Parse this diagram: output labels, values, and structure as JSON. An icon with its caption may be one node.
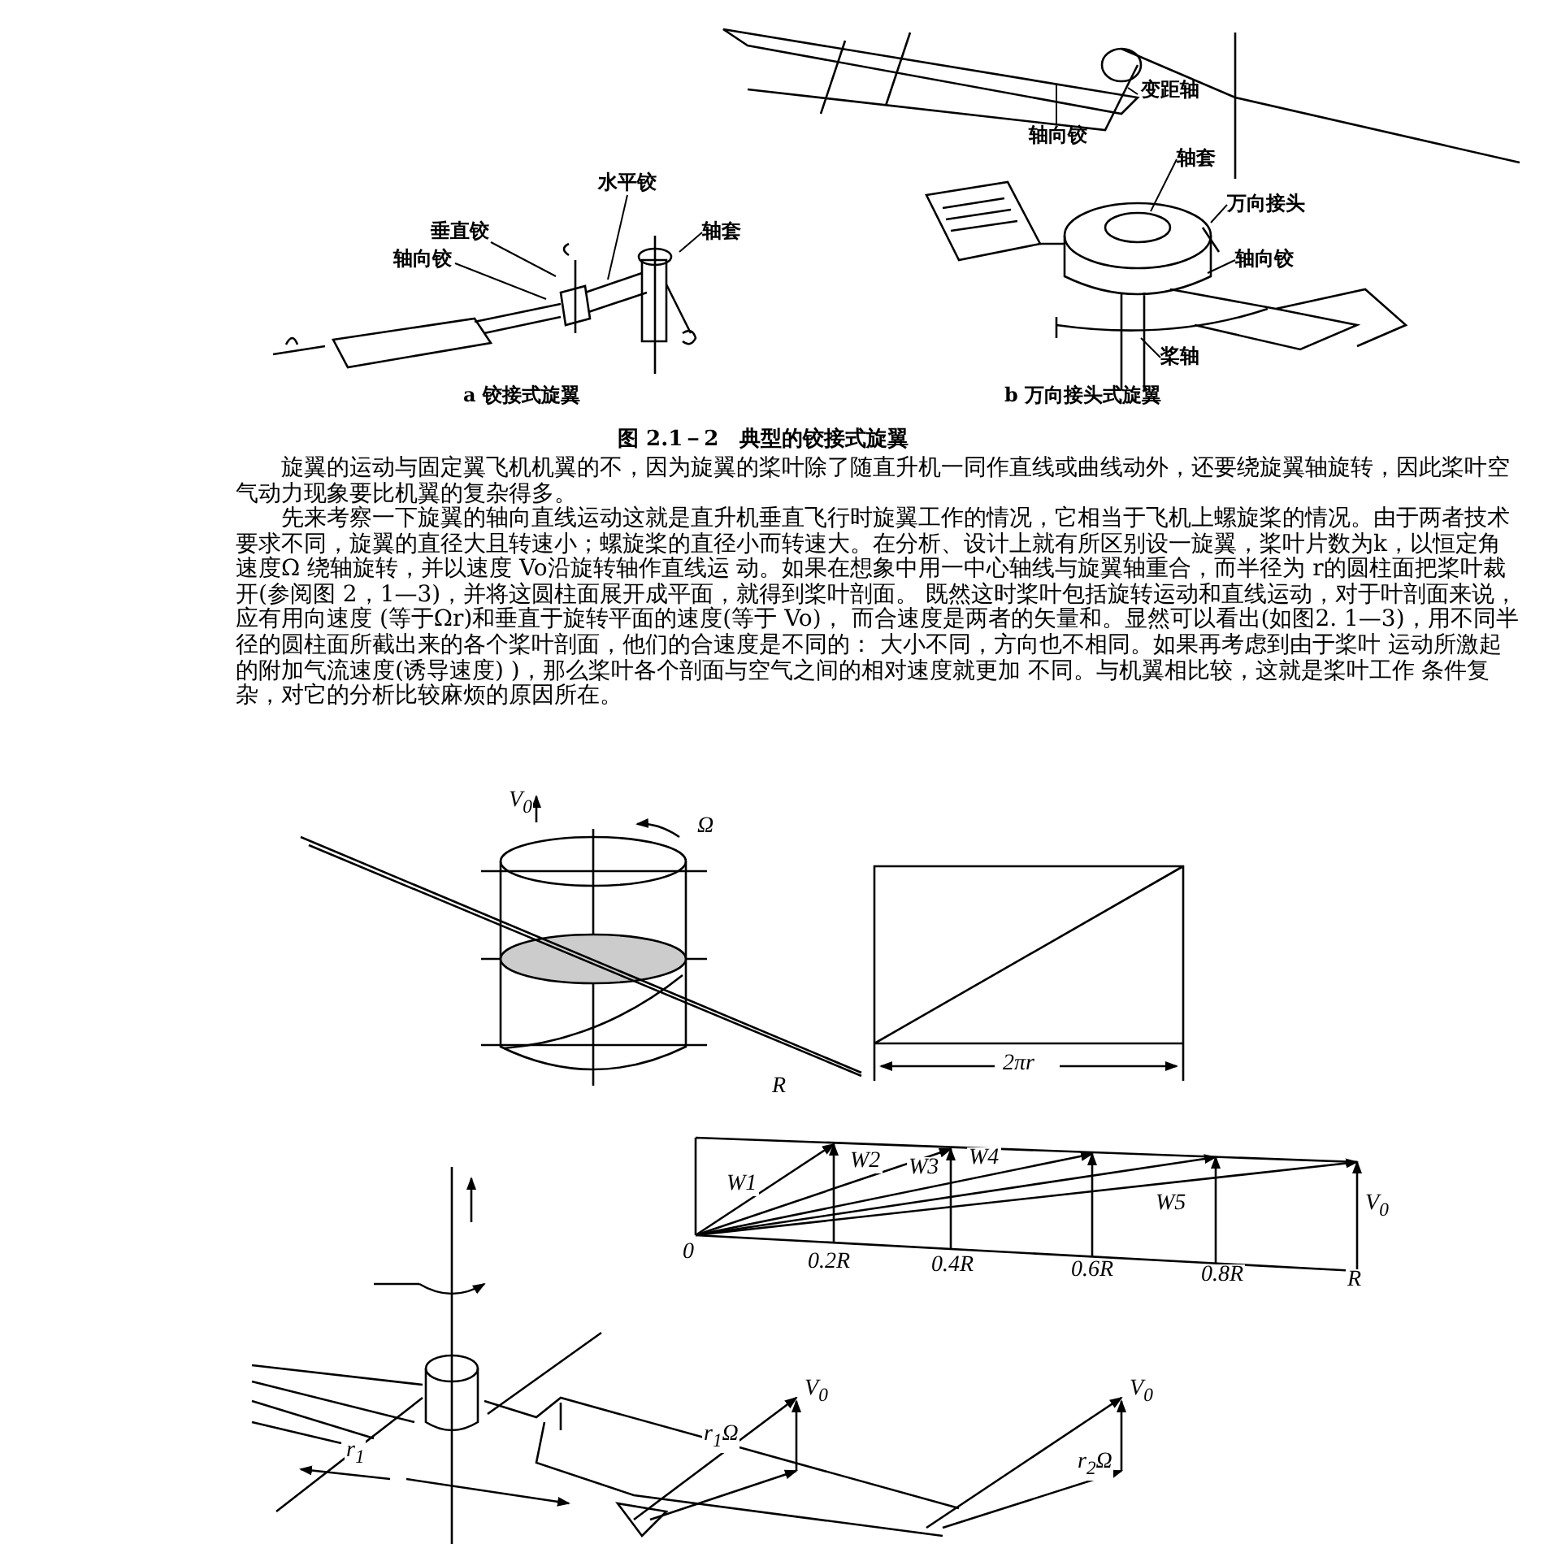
{
  "diagram": {
    "caption": "图 2.1－2　典型的铰接式旋翼",
    "nodes": [
      {
        "text": [
          "变距轴"
        ]
      },
      {
        "text": [
          "轴向铰"
        ]
      },
      {
        "text": [
          "轴套"
        ]
      },
      {
        "text": [
          "水平铰"
        ]
      },
      {
        "text": [
          "万向接头"
        ]
      },
      {
        "text": [
          "垂直铰"
        ]
      },
      {
        "text": [
          "轴套"
        ]
      },
      {
        "text": [
          "轴向铰"
        ]
      },
      {
        "text": [
          "轴向铰"
        ]
      },
      {
        "text": [
          "桨轴"
        ]
      }
    ],
    "edges": [
      {
        "from": 0,
        "to": null,
        "arrow": "none"
      },
      {
        "from": 1,
        "to": null,
        "arrow": "none"
      },
      {
        "from": 2,
        "to": null,
        "arrow": "none"
      },
      {
        "from": 3,
        "to": null,
        "arrow": "none"
      },
      {
        "from": 4,
        "to": null,
        "arrow": "none"
      },
      {
        "from": 5,
        "to": null,
        "arrow": "none"
      },
      {
        "from": 6,
        "to": null,
        "arrow": "none"
      },
      {
        "from": 7,
        "to": null,
        "arrow": "none"
      },
      {
        "from": 8,
        "to": null,
        "arrow": "none"
      },
      {
        "from": 9,
        "to": null,
        "arrow": "none"
      }
    ],
    "labels": [
      "a 铰接式旋翼",
      "b 万向接头式旋翼",
      "旋翼的运动与固定翼飞机机翼的不，因为旋翼的桨叶除了随直升机一同作直线或曲线动外，还要绕旋翼轴旋转，因此桨叶空气动力现象要比机翼的复杂得多。",
      "先来考察一下旋翼的轴向直线运动这就是直升机垂直飞行时旋翼工作的情况，它相当于飞机上螺旋桨的情况。由于两者技术要求不同，旋翼的直径大且转速小；螺旋桨的直径小而转速大。在分析、设计上就有所区别设一旋翼，桨叶片数为k，以恒定角速度Ω 绕轴旋转，并以速度 Vo沿旋转轴作直线运 动。如果在想象中用一中心轴线与旋翼轴重合，而半径为 r的圆柱面把桨叶裁开(参阅图 2，1—3)，并将这圆柱面展开成平面，就得到桨叶剖面。 既然这时桨叶包括旋转运动和直线运动，对于叶剖面来说，应有用向速度 (等于Ωr)和垂直于旋转平面的速度(等于 Vo)， 而合速度是两者的矢量和。显然可以看出(如图2. 1—3)，用不同半径的圆柱面所截出来的各个桨叶剖面，他们的合速度是不同的： 大小不同，方向也不相同。如果再考虑到由于桨叶 运动所激起的附加气流速度(诱导速度) )，那么桨叶各个剖面与空气之间的相对速度就更加 不同。与机翼相比较，这就是桨叶工作 条件复杂，对它的分析比较麻烦的原因所在。",
      "V$_{0}$",
      "Ω",
      "2πr",
      "R",
      "W1",
      "W2",
      "W3",
      "W4",
      "W5",
      "V$_{0}$",
      "0",
      "0.2R",
      "0.4R",
      "0.6R",
      "0.8R",
      "R",
      "V$_{0}$",
      "V$_{0}$",
      "r$_{1}$Ω",
      "r$_{2}$Ω",
      "r$_{1}$"
    ]
  }
}
